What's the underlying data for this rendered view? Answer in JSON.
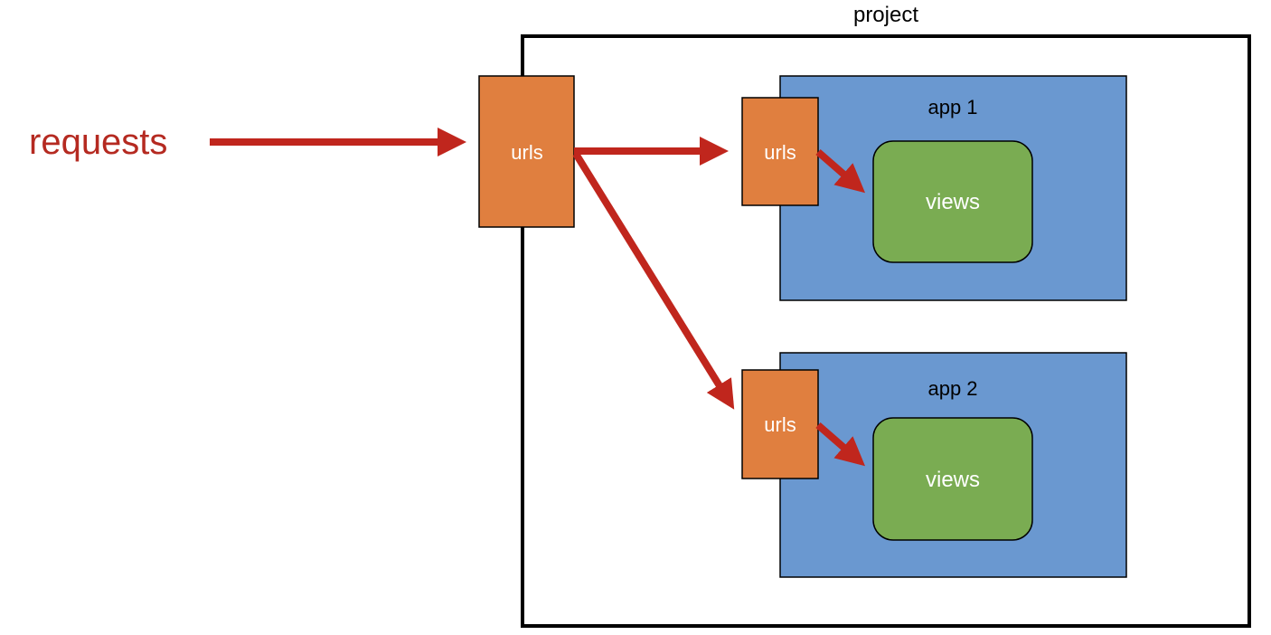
{
  "diagram": {
    "requests_label": "requests",
    "project": {
      "label": "project"
    },
    "project_urls": {
      "label": "urls"
    },
    "apps": [
      {
        "label": "app 1",
        "urls_label": "urls",
        "views_label": "views"
      },
      {
        "label": "app 2",
        "urls_label": "urls",
        "views_label": "views"
      }
    ]
  },
  "colors": {
    "arrow": "#c0261d",
    "requests_text": "#b52a21",
    "urls_fill": "#e07f3f",
    "app_fill": "#6a98d0",
    "views_fill": "#7aac52",
    "border": "#000000",
    "node_text": "#ffffff"
  }
}
